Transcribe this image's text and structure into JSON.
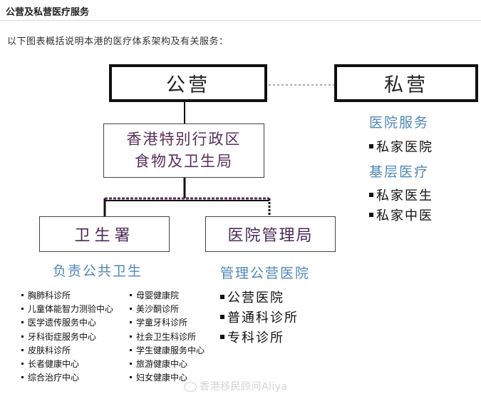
{
  "page": {
    "heading": "公营及私营医疗服务",
    "intro": "以下图表概括说明本港的医疗体系架构及有关服务："
  },
  "diagram": {
    "public_label": "公营",
    "private_label": "私营",
    "bureau_line1": "香港特别行政区",
    "bureau_line2": "食物及卫生局",
    "dh_label": "卫生署",
    "ha_label": "医院管理局",
    "dh_subtitle": "负责公共卫生",
    "ha_subtitle": "管理公营医院",
    "dh_services_col1": [
      "胸肺科诊所",
      "儿童体能智力测验中心",
      "医学遗传服务中心",
      "牙科街症服务中心",
      "皮肤科诊所",
      "长者健康中心",
      "综合治疗中心"
    ],
    "dh_services_col2": [
      "母婴健康院",
      "美沙酮诊所",
      "学童牙科诊所",
      "社会卫生科诊所",
      "学生健康服务中心",
      "旅游健康中心",
      "妇女健康中心"
    ],
    "ha_services": [
      "公营医院",
      "普通科诊所",
      "专科诊所"
    ],
    "private_hospital_heading": "医院服务",
    "private_hospital_items": [
      "私家医院"
    ],
    "private_primary_heading": "基层医疗",
    "private_primary_items": [
      "私家医生",
      "私家中医"
    ]
  },
  "watermark": {
    "text": "香港移民顾问Aliya",
    "icon": "weibo-icon"
  },
  "colors": {
    "blue_label": "#4f87b8",
    "box_text_purple": "#4b2b58",
    "connector_purple": "#5a2f5c"
  }
}
